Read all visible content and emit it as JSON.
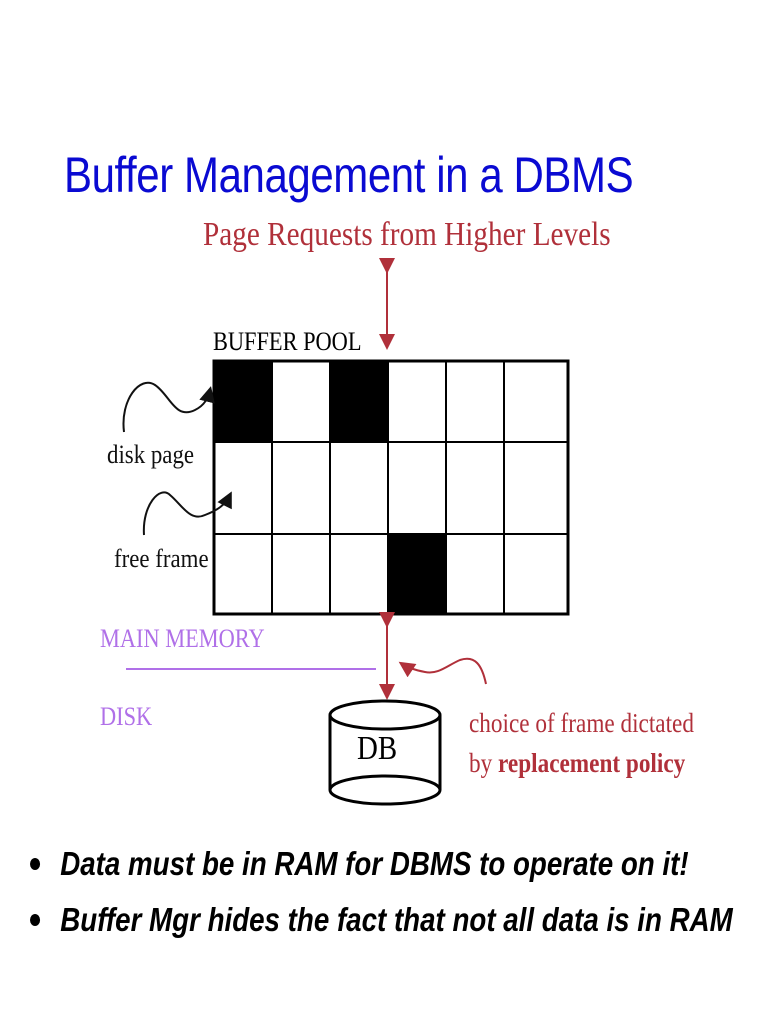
{
  "title": "Buffer Management in a DBMS",
  "diagram": {
    "page_requests_label": "Page Requests from Higher Levels",
    "buffer_pool_label": "BUFFER POOL",
    "grid": {
      "rows": 3,
      "cols": 6,
      "occupied_frames": [
        [
          0,
          0
        ],
        [
          0,
          2
        ],
        [
          2,
          3
        ]
      ]
    },
    "disk_page_label": "disk page",
    "free_frame_label": "free frame",
    "main_memory_label": "MAIN MEMORY",
    "disk_label": "DISK",
    "db_label": "DB",
    "choice_line1": "choice of frame dictated",
    "choice_line2_prefix": "by",
    "choice_line2_bold": "replacement policy",
    "colors": {
      "title": "#0a0ad2",
      "red": "#b0303a",
      "purple": "#b070e8"
    }
  },
  "bullets": [
    "Data must be in RAM for DBMS to operate on it!",
    "Buffer Mgr hides the fact that not all data is in RAM"
  ]
}
